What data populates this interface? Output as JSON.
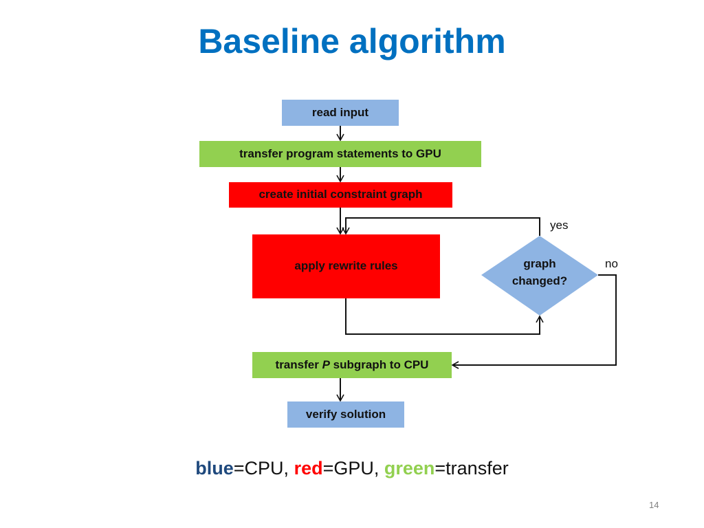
{
  "slide": {
    "title": "Baseline algorithm",
    "page_number": "14"
  },
  "flowchart": {
    "steps": [
      {
        "label": "read input",
        "color": "#8eb4e3"
      },
      {
        "label": "transfer program statements to GPU",
        "color": "#92d050"
      },
      {
        "label": "create initial constraint graph",
        "color": "#ff0000"
      },
      {
        "label": "apply rewrite rules",
        "color": "#ff0000"
      },
      {
        "label_before": "transfer ",
        "label_italic": "P",
        "label_after": " subgraph to CPU",
        "color": "#92d050"
      },
      {
        "label": "verify solution",
        "color": "#8eb4e3"
      }
    ],
    "decision": {
      "line1": "graph",
      "line2": "changed?",
      "color": "#8eb4e3",
      "yes_label": "yes",
      "no_label": "no"
    }
  },
  "legend": {
    "blue_word": "blue",
    "blue_rest": "=CPU, ",
    "red_word": "red",
    "red_rest": "=GPU, ",
    "green_word": "green",
    "green_rest": "=transfer",
    "colors": {
      "blue": "#1f497d",
      "red": "#ff0000",
      "green": "#92d050"
    }
  }
}
